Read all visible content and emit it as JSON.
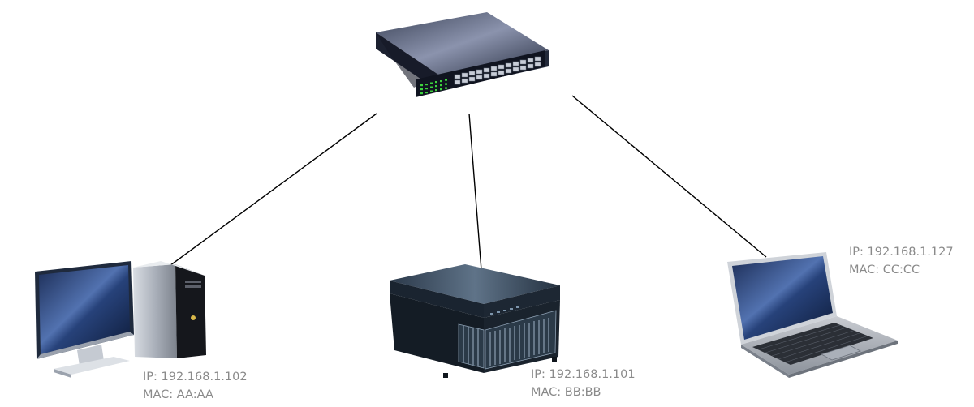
{
  "nodes": {
    "desktop": {
      "ip": "IP: 192.168.1.102",
      "mac": "MAC: AA:AA"
    },
    "server": {
      "ip": "IP: 192.168.1.101",
      "mac": "MAC: BB:BB"
    },
    "laptop": {
      "ip": "IP: 192.168.1.127",
      "mac": "MAC: CC:CC"
    }
  },
  "colors": {
    "label_text": "#8a8a8a",
    "connection_line": "#000000",
    "switch_body": "#2b3244",
    "led": "#3dd23d"
  },
  "icons": {
    "switch": "network-switch-icon",
    "desktop": "desktop-computer-icon",
    "server": "rack-server-icon",
    "laptop": "laptop-icon"
  }
}
